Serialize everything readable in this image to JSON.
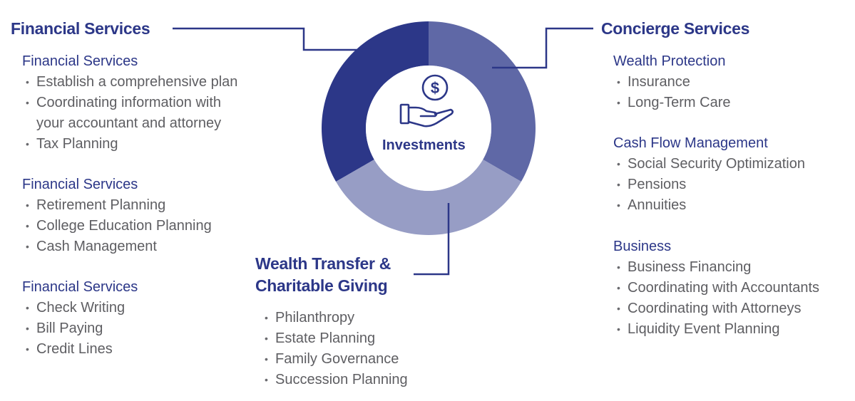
{
  "diagram": {
    "center": {
      "label": "Investments",
      "icon": "hand-holding-dollar-icon"
    },
    "colors": {
      "primary": "#2c3788",
      "segment_left": "#2c3788",
      "segment_right": "#5f68a6",
      "segment_bottom": "#979dc5",
      "text_gray": "#5e5e62",
      "connector": "#2c3788"
    },
    "segments": [
      {
        "name": "Financial Services",
        "color": "#2c3788",
        "start_deg": 240,
        "end_deg": 360
      },
      {
        "name": "Concierge Services",
        "color": "#5f68a6",
        "start_deg": 0,
        "end_deg": 120
      },
      {
        "name": "Wealth Transfer & Charitable Giving",
        "color": "#979dc5",
        "start_deg": 120,
        "end_deg": 240
      }
    ]
  },
  "left_panel": {
    "heading": "Financial Services",
    "groups": [
      {
        "title": "Financial Services",
        "items": [
          "Establish a comprehensive plan",
          "Coordinating information with",
          "your accountant and attorney",
          "Tax Planning"
        ]
      },
      {
        "title": "Financial Services",
        "items": [
          "Retirement Planning",
          "College Education Planning",
          "Cash Management"
        ]
      },
      {
        "title": "Financial Services",
        "items": [
          "Check Writing",
          "Bill Paying",
          "Credit Lines"
        ]
      }
    ]
  },
  "right_panel": {
    "heading": "Concierge Services",
    "groups": [
      {
        "title": "Wealth Protection",
        "items": [
          "Insurance",
          "Long-Term Care"
        ]
      },
      {
        "title": "Cash Flow Management",
        "items": [
          "Social Security Optimization",
          "Pensions",
          "Annuities"
        ]
      },
      {
        "title": "Business",
        "items": [
          "Business Financing",
          "Coordinating with Accountants",
          "Coordinating with Attorneys",
          "Liquidity Event Planning"
        ]
      }
    ]
  },
  "bottom_panel": {
    "heading_line1": "Wealth Transfer &",
    "heading_line2": "Charitable Giving",
    "items": [
      "Philanthropy",
      "Estate Planning",
      "Family Governance",
      "Succession Planning"
    ]
  },
  "bullet_glyph": "•"
}
